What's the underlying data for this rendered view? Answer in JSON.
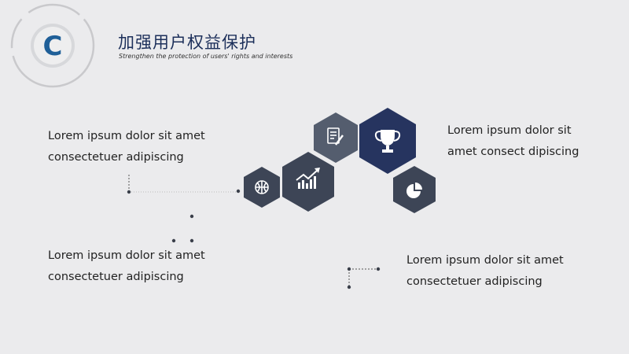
{
  "header": {
    "logo_letter": "C",
    "title": "加强用户权益保护",
    "subtitle": "Strengthen the protection of users' rights and interests"
  },
  "blocks": [
    {
      "line1": "Lorem ipsum dolor sit amet",
      "line2": "consectetuer adipiscing"
    },
    {
      "line1": "Lorem ipsum dolor sit",
      "line2": "amet consect dipiscing"
    },
    {
      "line1": "Lorem ipsum dolor sit amet",
      "line2": "consectetuer adipiscing"
    },
    {
      "line1": "Lorem ipsum dolor sit amet",
      "line2": "consectetuer adipiscing"
    }
  ],
  "hexagons": [
    {
      "icon": "basketball-icon",
      "color": "#3d4556"
    },
    {
      "icon": "growth-chart-icon",
      "color": "#3d4556"
    },
    {
      "icon": "document-edit-icon",
      "color": "#545d6e"
    },
    {
      "icon": "trophy-icon",
      "color": "#26345f"
    },
    {
      "icon": "pie-chart-icon",
      "color": "#3d4556"
    }
  ]
}
